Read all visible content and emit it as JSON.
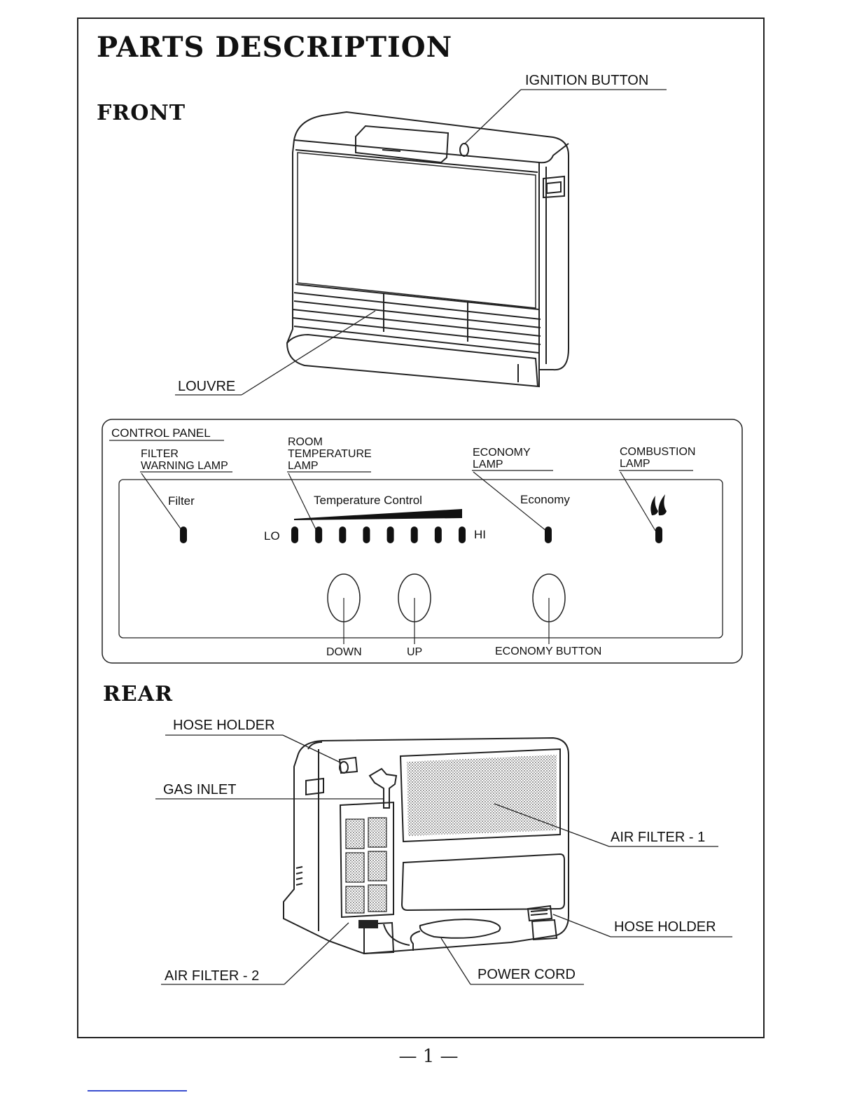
{
  "title": "PARTS DESCRIPTION",
  "front": {
    "heading": "FRONT",
    "ignition_button": "IGNITION BUTTON",
    "louvre": "LOUVRE"
  },
  "control_panel": {
    "label": "CONTROL PANEL",
    "filter_warning_lamp": [
      "FILTER",
      "WARNING LAMP"
    ],
    "room_temperature_lamp": [
      "ROOM",
      "TEMPERATURE",
      "LAMP"
    ],
    "economy_lamp": [
      "ECONOMY",
      "LAMP"
    ],
    "combustion_lamp": [
      "COMBUSTION",
      "LAMP"
    ],
    "panel_filter": "Filter",
    "panel_temperature_control": "Temperature Control",
    "panel_economy": "Economy",
    "lo": "LO",
    "hi": "HI",
    "down": "DOWN",
    "up": "UP",
    "economy_button": "ECONOMY BUTTON",
    "temperature_lamp_count": 8
  },
  "rear": {
    "heading": "REAR",
    "hose_holder_top": "HOSE HOLDER",
    "gas_inlet": "GAS INLET",
    "air_filter_1": "AIR FILTER - 1",
    "hose_holder_bottom": "HOSE HOLDER",
    "air_filter_2": "AIR FILTER - 2",
    "power_cord": "POWER CORD"
  },
  "page_number": "— 1 —"
}
